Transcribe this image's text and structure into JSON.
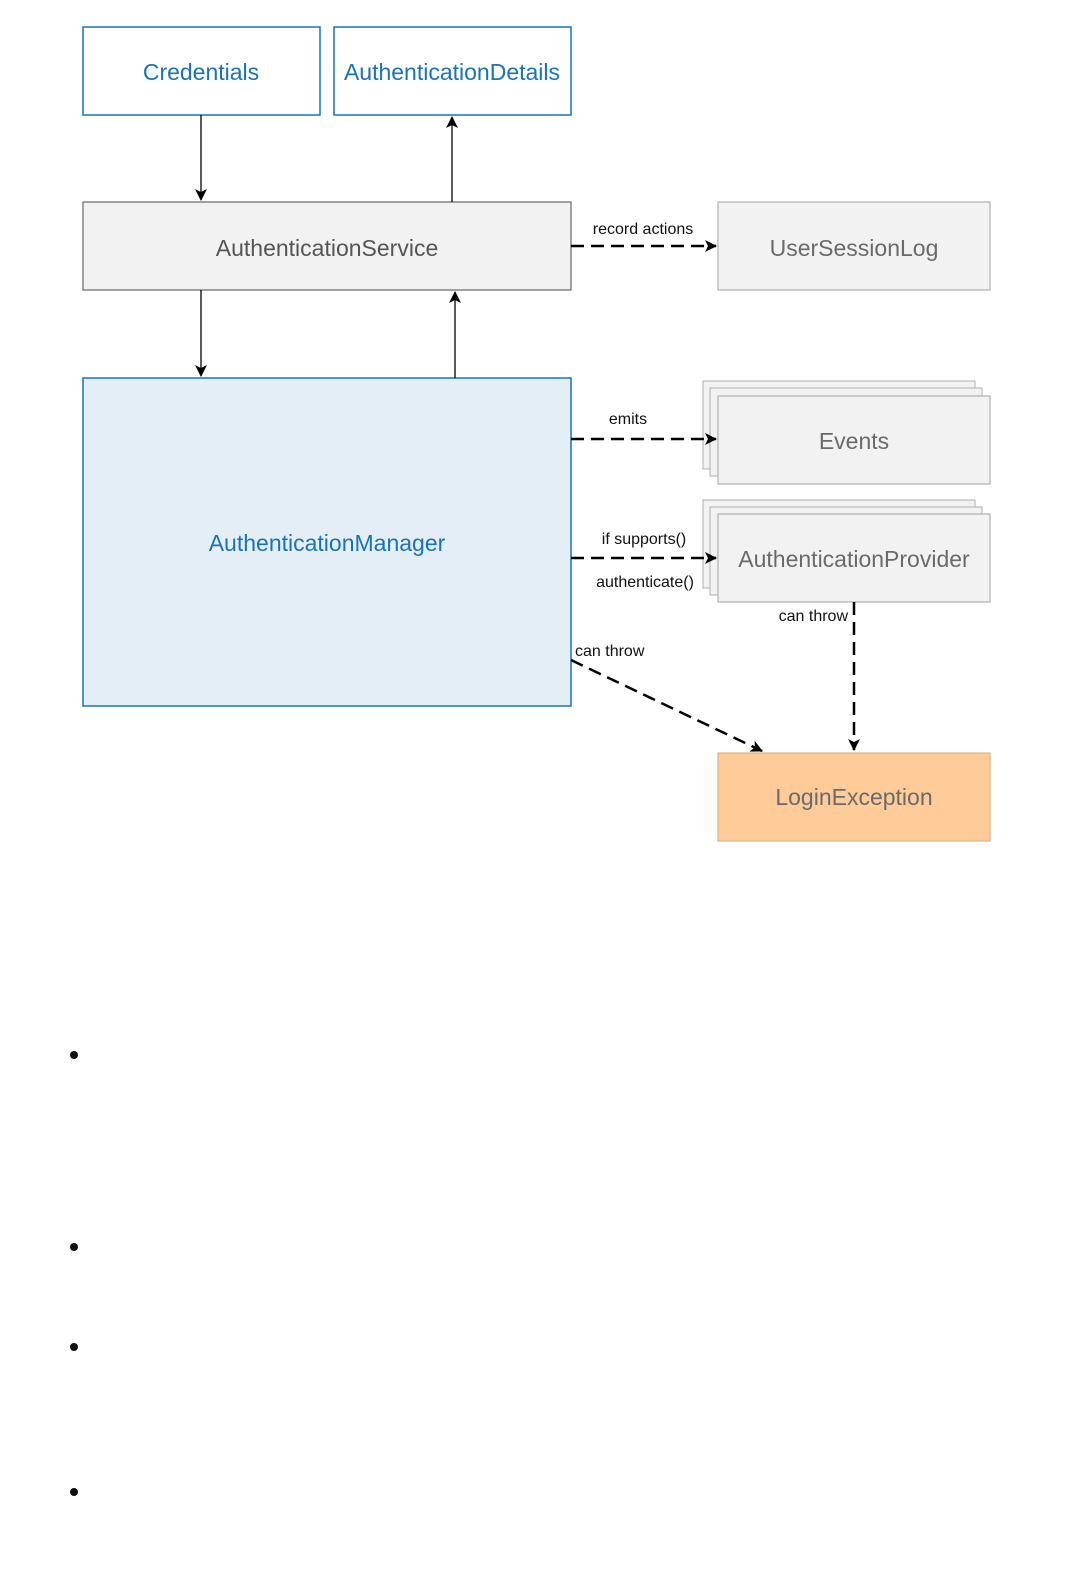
{
  "nodes": {
    "credentials": "Credentials",
    "authentication_details": "AuthenticationDetails",
    "authentication_service": "AuthenticationService",
    "user_session_log": "UserSessionLog",
    "authentication_manager": "AuthenticationManager",
    "events": "Events",
    "authentication_provider": "AuthenticationProvider",
    "login_exception": "LoginException"
  },
  "edges": {
    "record_actions": "record actions",
    "emits": "emits",
    "if_supports": "if supports()",
    "authenticate": "authenticate()",
    "provider_can_throw": "can throw",
    "manager_can_throw": "can throw"
  },
  "colors": {
    "blue_border": "#1a73b5",
    "blue_text": "#1a73b5",
    "manager_fill": "#e4eef6",
    "gray_fill": "#f2f2f2",
    "gray_border": "#a8a8a8",
    "gray_text": "#6a6a6a",
    "service_text": "#555555",
    "exception_fill": "#ffcc99",
    "exception_border": "#d8b48a"
  },
  "list_items": [
    "",
    "",
    "",
    ""
  ]
}
